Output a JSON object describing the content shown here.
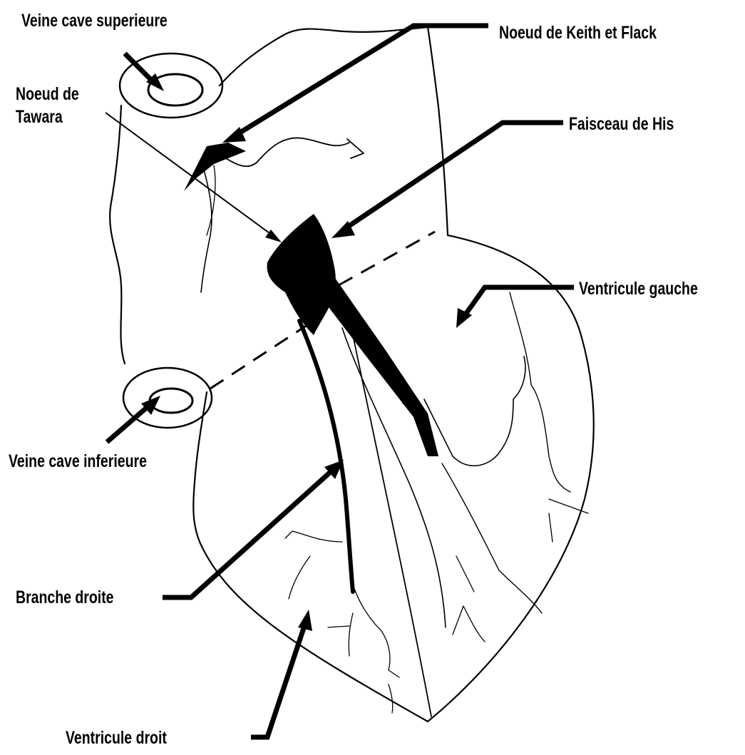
{
  "labels": {
    "veine_cave_superieure": "Veine cave superieure",
    "noeud_keith_flack": "Noeud de Keith et Flack",
    "noeud_tawara_line1": "Noeud de",
    "noeud_tawara_line2": "Tawara",
    "faisceau_his": "Faisceau de His",
    "ventricule_gauche": "Ventricule gauche",
    "veine_cave_inferieure": "Veine cave inferieure",
    "branche_droite": "Branche droite",
    "ventricule_droit": "Ventricule droit"
  },
  "colors": {
    "ink": "#000000",
    "background": "#ffffff"
  }
}
